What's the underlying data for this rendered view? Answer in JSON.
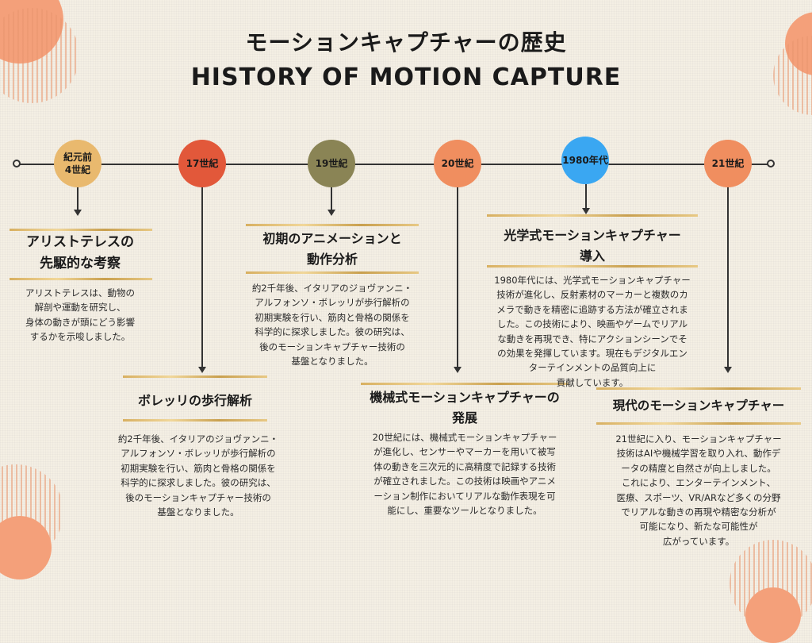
{
  "title": {
    "japanese": "モーションキャプチャーの歴史",
    "english": "HISTORY OF MOTION CAPTURE"
  },
  "colors": {
    "ancient": "#e9b96e",
    "c17": "#e2583a",
    "c19": "#8a8455",
    "c20": "#f08e5f",
    "y1980": "#3aa7f2",
    "c21": "#f08e5f",
    "gold": "#d8b061",
    "background": "#f4efe4"
  },
  "eras": [
    {
      "label": "紀元前\n4世紀"
    },
    {
      "label": "17世紀"
    },
    {
      "label": "19世紀"
    },
    {
      "label": "20世紀"
    },
    {
      "label": "1980年代"
    },
    {
      "label": "21世紀"
    }
  ],
  "events": [
    {
      "heading": "アリストテレスの\n先駆的な考察",
      "body": "アリストテレスは、動物の\n解剖や運動を研究し、\n身体の動きが頭にどう影響\nするかを示唆しました。"
    },
    {
      "heading": "ボレッリの歩行解析",
      "body": "約2千年後、イタリアのジョヴァンニ・\nアルフォンソ・ボレッリが歩行解析の\n初期実験を行い、筋肉と骨格の関係を\n科学的に探求しました。彼の研究は、\n後のモーションキャプチャー技術の\n基盤となりました。"
    },
    {
      "heading": "初期のアニメーションと\n動作分析",
      "body": "約2千年後、イタリアのジョヴァンニ・\nアルフォンソ・ボレッリが歩行解析の\n初期実験を行い、筋肉と骨格の関係を\n科学的に探求しました。彼の研究は、\n後のモーションキャプチャー技術の\n基盤となりました。"
    },
    {
      "heading": "機械式モーションキャプチャーの\n発展",
      "body": "20世紀には、機械式モーションキャプチャー\nが進化し、センサーやマーカーを用いて被写\n体の動きを三次元的に高精度で記録する技術\nが確立されました。この技術は映画やアニメ\nーション制作においてリアルな動作表現を可\n能にし、重要なツールとなりました。"
    },
    {
      "heading": "光学式モーションキャプチャー\n導入",
      "body": "1980年代には、光学式モーションキャプチャー\n技術が進化し、反射素材のマーカーと複数のカ\nメラで動きを精密に追跡する方法が確立されま\nした。この技術により、映画やゲームでリアル\nな動きを再現でき、特にアクションシーンでそ\nの効果を発揮しています。現在もデジタルエン\nターテインメントの品質向上に\n貢献しています。"
    },
    {
      "heading": "現代のモーションキャプチャー",
      "body": "21世紀に入り、モーションキャプチャー\n技術はAIや機械学習を取り入れ、動作デ\nータの精度と自然さが向上しました。\nこれにより、エンターテインメント、\n医療、スポーツ、VR/ARなど多くの分野\nでリアルな動きの再現や精密な分析が\n可能になり、新たな可能性が\n広がっています。"
    }
  ]
}
